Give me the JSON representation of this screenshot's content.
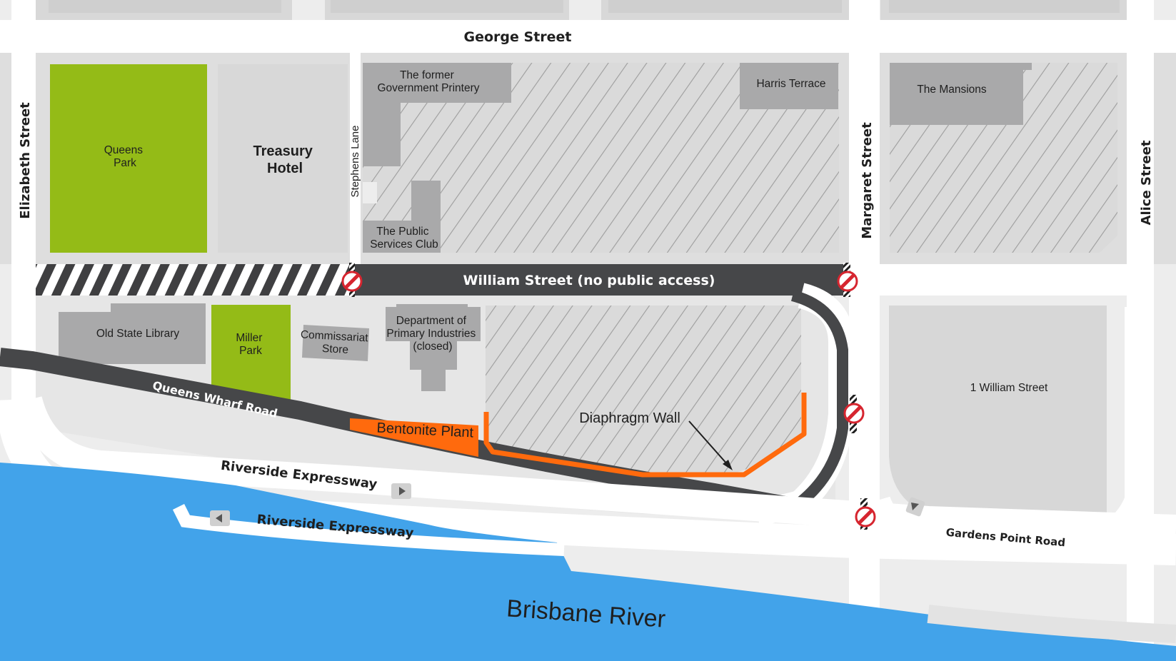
{
  "streets": {
    "george": "George Street",
    "elizabeth": "Elizabeth Street",
    "stephens_lane": "Stephens Lane",
    "margaret": "Margaret Street",
    "alice": "Alice Street",
    "william": "William Street (no public access)",
    "queens_wharf": "Queens Wharf Road",
    "riverside_1": "Riverside Expressway",
    "riverside_2": "Riverside Expressway",
    "gardens_point": "Gardens Point Road"
  },
  "places": {
    "queens_park": [
      "Queens",
      "Park"
    ],
    "treasury_hotel": [
      "Treasury",
      "Hotel"
    ],
    "former_printery": [
      "The former",
      "Government Printery"
    ],
    "harris_terrace": "Harris Terrace",
    "the_mansions": "The Mansions",
    "public_services_club": [
      "The Public",
      "Services Club"
    ],
    "old_state_library": "Old State Library",
    "miller_park": [
      "Miller",
      "Park"
    ],
    "commissariat_store": [
      "Commissariat",
      "Store"
    ],
    "dpi": [
      "Department of",
      "Primary Industries",
      "(closed)"
    ],
    "one_william": "1 William Street"
  },
  "annotations": {
    "bentonite_plant": "Bentonite Plant",
    "diaphragm_wall": "Diaphragm Wall"
  },
  "water": {
    "river": "Brisbane River"
  },
  "colors": {
    "park": "#94bb17",
    "water": "#42a3ea",
    "construction": "#ff6a0d",
    "road_closed": "#464749",
    "building": "#a9a9aa",
    "block": "#dcdcdc",
    "road": "#ffffff",
    "no_entry": "#d6252f"
  },
  "icons": [
    "no-entry-icon",
    "arrow-right-icon",
    "arrow-left-icon",
    "arrow-up-left-icon"
  ]
}
